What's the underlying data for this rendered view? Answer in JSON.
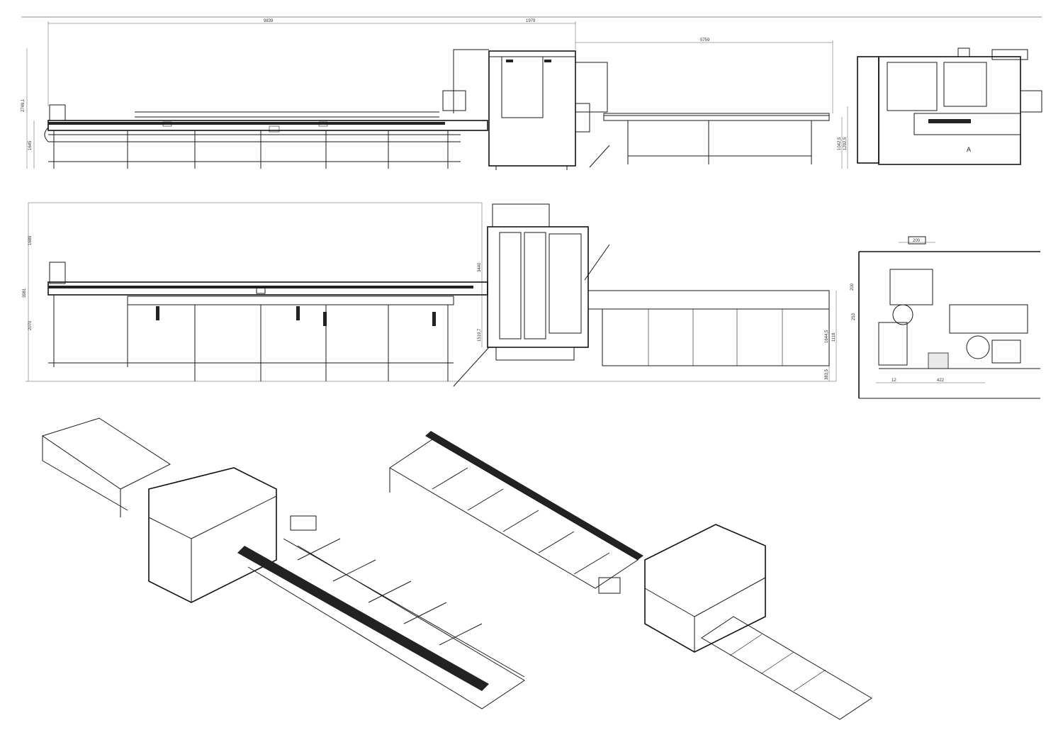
{
  "dimensions": {
    "top_overall": "9839",
    "top_unit": "1979",
    "top_outfeed": "5759",
    "top_height_total": "2749,1",
    "top_height_table": "1645",
    "top_right_h1": "1042,5",
    "top_right_h2": "1292,5",
    "front_total": "3981",
    "front_upper": "1689",
    "front_lower": "2070",
    "front_unit": "3440",
    "front_unit_low": "1519,7",
    "front_out1": "1644,5",
    "front_out2": "383,5",
    "front_out3": "1118",
    "side_width": "200",
    "side_height": "200",
    "side_v": "253",
    "side_h1": "12",
    "side_h2": "422"
  },
  "labels": {
    "section_a": "A"
  }
}
